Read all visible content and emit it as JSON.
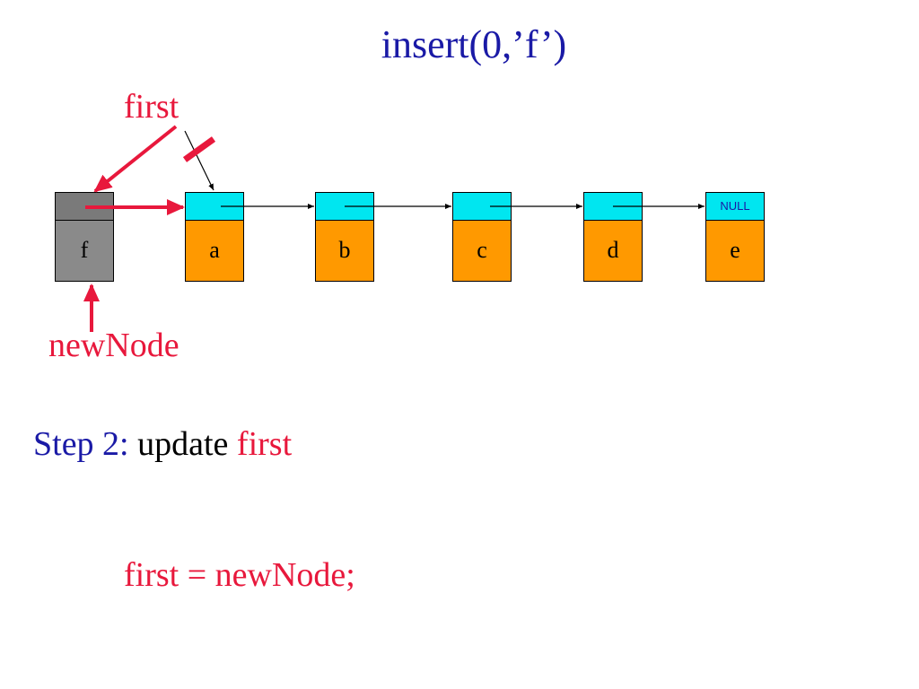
{
  "title": "insert(0,’f’)",
  "labels": {
    "first": "first",
    "new_node": "newNode"
  },
  "nodes": [
    {
      "value": "f",
      "pointer": ""
    },
    {
      "value": "a",
      "pointer": ""
    },
    {
      "value": "b",
      "pointer": ""
    },
    {
      "value": "c",
      "pointer": ""
    },
    {
      "value": "d",
      "pointer": ""
    },
    {
      "value": "e",
      "pointer": "NULL"
    }
  ],
  "step": {
    "prefix": "Step 2:",
    "action": "update",
    "target": "first"
  },
  "code": "first = newNode;",
  "colors": {
    "title_blue": "#1a1aa6",
    "highlight_red": "#e8183c",
    "pointer_cyan": "#00e6f0",
    "value_orange": "#ff9900",
    "new_node_gray": "#8a8a8a"
  }
}
